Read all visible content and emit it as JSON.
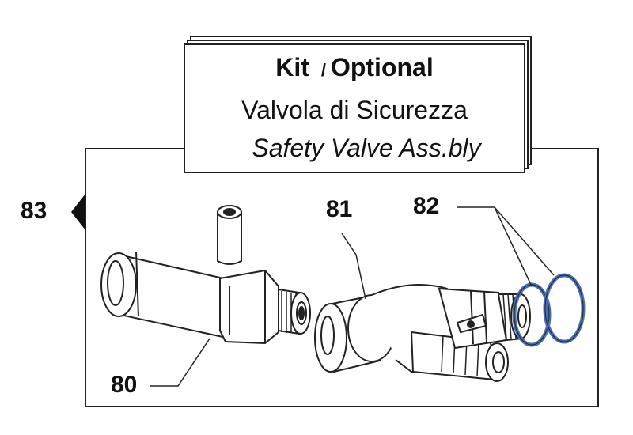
{
  "title": {
    "kit": "Kit",
    "separator": "/",
    "optional": "Optional",
    "italian": "Valvola di Sicurezza",
    "english": "Safety Valve Ass.bly"
  },
  "callouts": {
    "p83": "83",
    "p81": "81",
    "p82": "82",
    "p80": "80"
  },
  "colors": {
    "line": "#222222",
    "oring": "#4a6fb5"
  }
}
